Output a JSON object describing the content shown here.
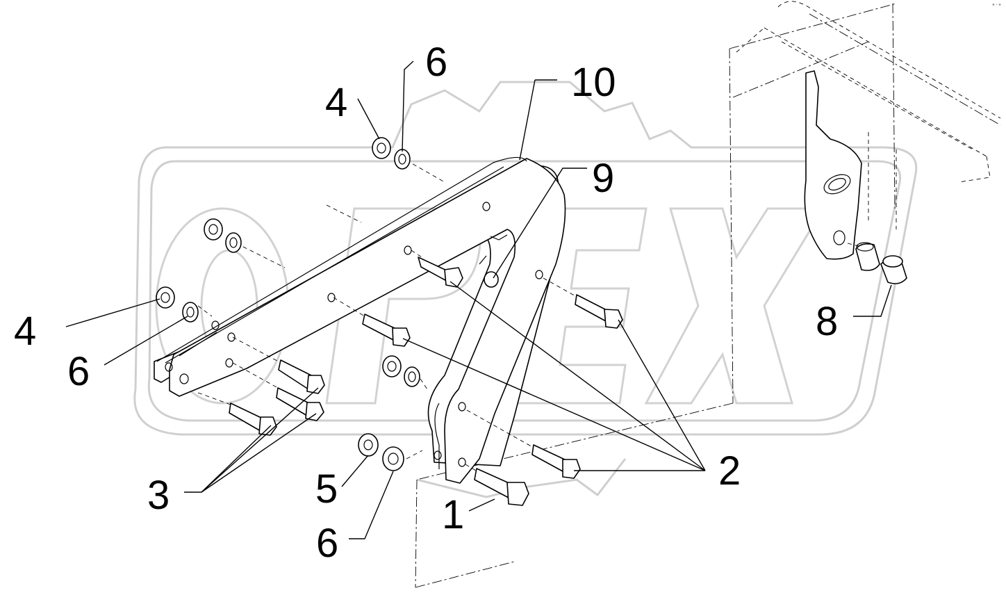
{
  "callouts": {
    "c1": "1",
    "c2": "2",
    "c3": "3",
    "c4a": "4",
    "c4b": "4",
    "c5": "5",
    "c6a": "6",
    "c6b": "6",
    "c6c": "6",
    "c8": "8",
    "c9": "9",
    "c10": "10"
  },
  "watermark": {
    "text": "OPEX"
  },
  "colors": {
    "line": "#000000",
    "watermark": "#cfcfcf",
    "background": "#ffffff"
  }
}
